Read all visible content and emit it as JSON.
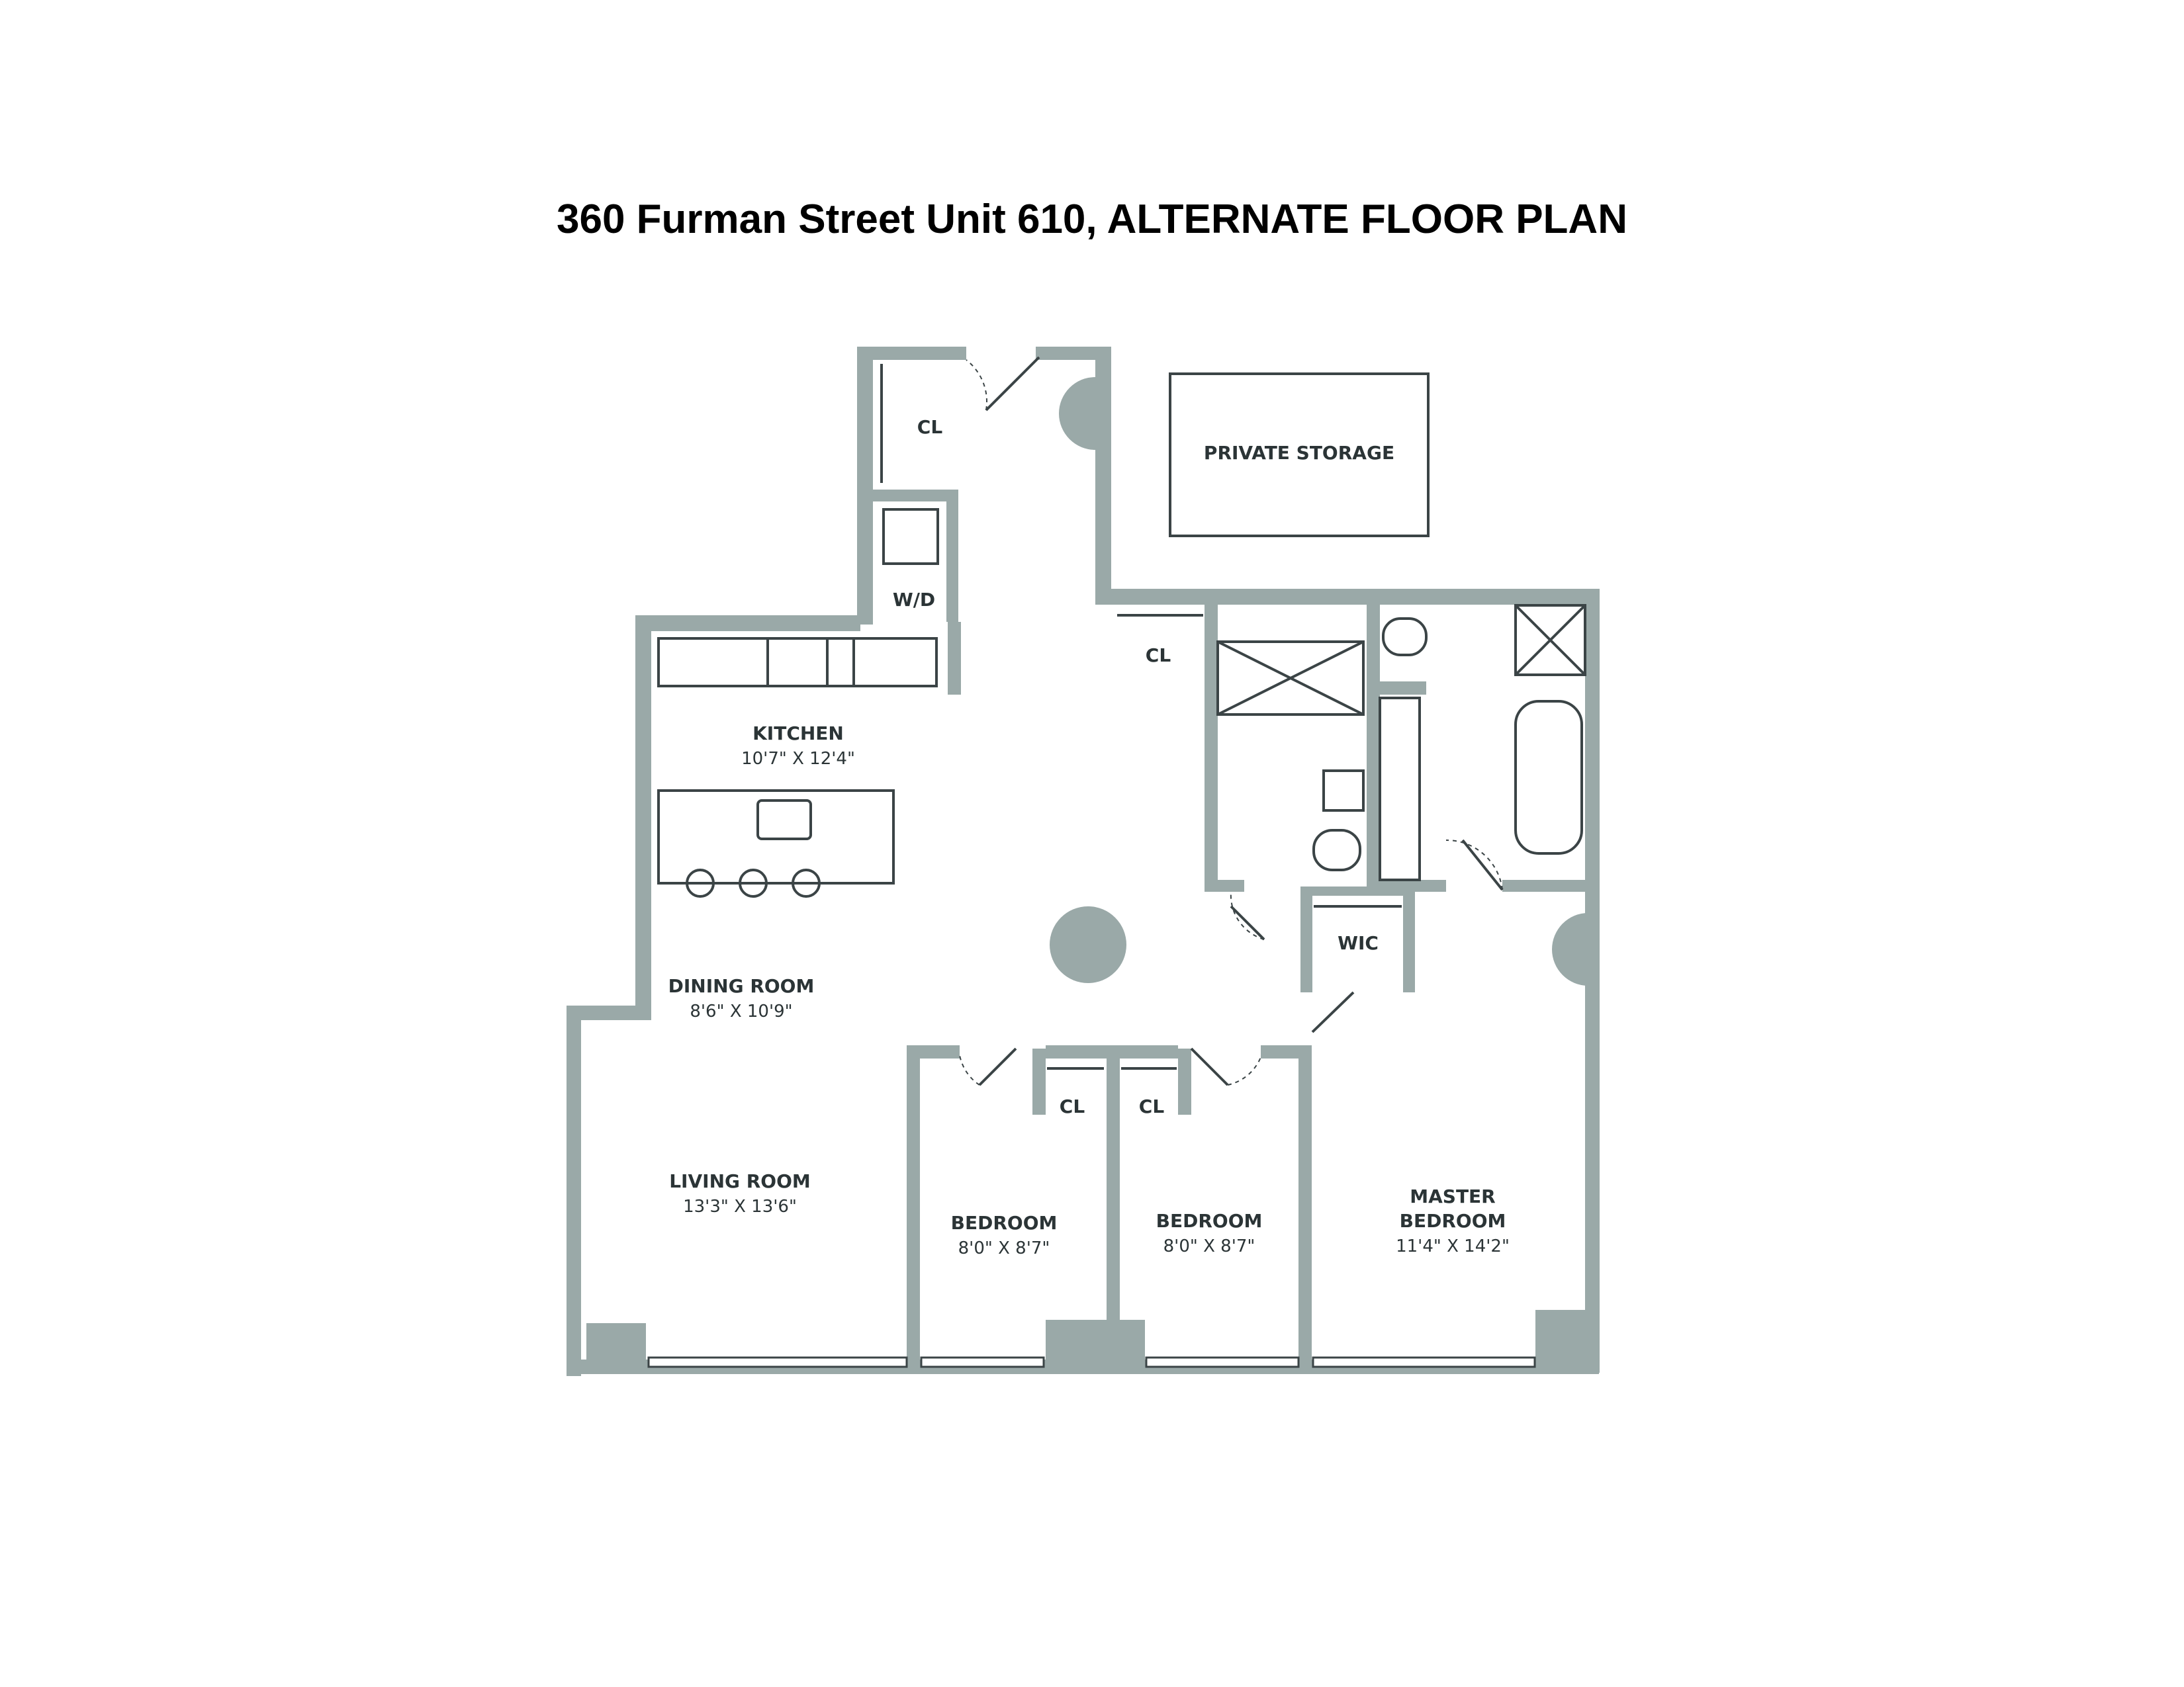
{
  "title": "360 Furman Street Unit 610, ALTERNATE FLOOR PLAN",
  "colors": {
    "wall": "#9aa9a8",
    "line": "#3b4446",
    "text": "#2b3436"
  },
  "rooms": {
    "kitchen": {
      "name": "KITCHEN",
      "size": "10'7\" X 12'4\""
    },
    "dining": {
      "name": "DINING ROOM",
      "size": "8'6\" X 10'9\""
    },
    "living": {
      "name": "LIVING ROOM",
      "size": "13'3\" X 13'6\""
    },
    "bedroom1": {
      "name": "BEDROOM",
      "size": "8'0\" X 8'7\""
    },
    "bedroom2": {
      "name": "BEDROOM",
      "size": "8'0\" X 8'7\""
    },
    "master": {
      "name_line1": "MASTER",
      "name_line2": "BEDROOM",
      "size": "11'4\" X 14'2\""
    },
    "storage": {
      "name": "PRIVATE STORAGE"
    },
    "wd": {
      "name": "W/D"
    },
    "wic": {
      "name": "WIC"
    },
    "closet_entry": {
      "name": "CL"
    },
    "closet_hall": {
      "name": "CL"
    },
    "closet_bed1": {
      "name": "CL"
    },
    "closet_bed2": {
      "name": "CL"
    }
  }
}
